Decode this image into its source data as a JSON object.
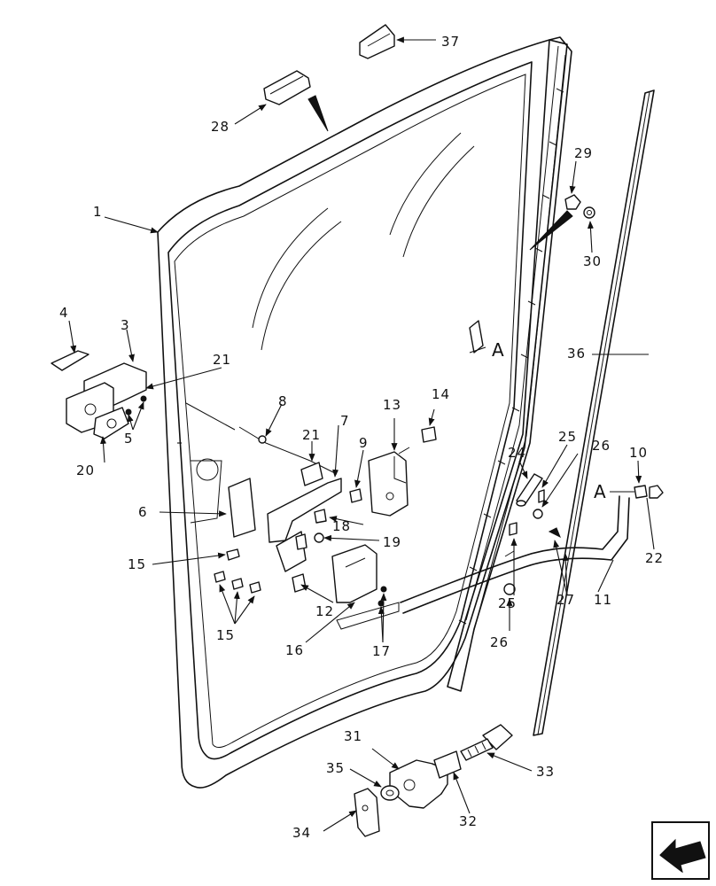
{
  "callouts": {
    "c1": "1",
    "c3": "3",
    "c4": "4",
    "c5": "5",
    "c6": "6",
    "c7": "7",
    "c8": "8",
    "c9": "9",
    "c10": "10",
    "c11": "11",
    "c12": "12",
    "c13": "13",
    "c14": "14",
    "c15a": "15",
    "c15b": "15",
    "c16": "16",
    "c17": "17",
    "c18": "18",
    "c19": "19",
    "c20": "20",
    "c21a": "21",
    "c21b": "21",
    "c22": "22",
    "c24": "24",
    "c25a": "25",
    "c25b": "25",
    "c26a": "26",
    "c26b": "26",
    "c27": "27",
    "c28": "28",
    "c29": "29",
    "c30": "30",
    "c31": "31",
    "c32": "32",
    "c33": "33",
    "c34": "34",
    "c35": "35",
    "c36": "36",
    "c37": "37",
    "refA1": "A",
    "refA2": "A"
  },
  "icons": {
    "nav": "next-page-arrow-icon"
  }
}
